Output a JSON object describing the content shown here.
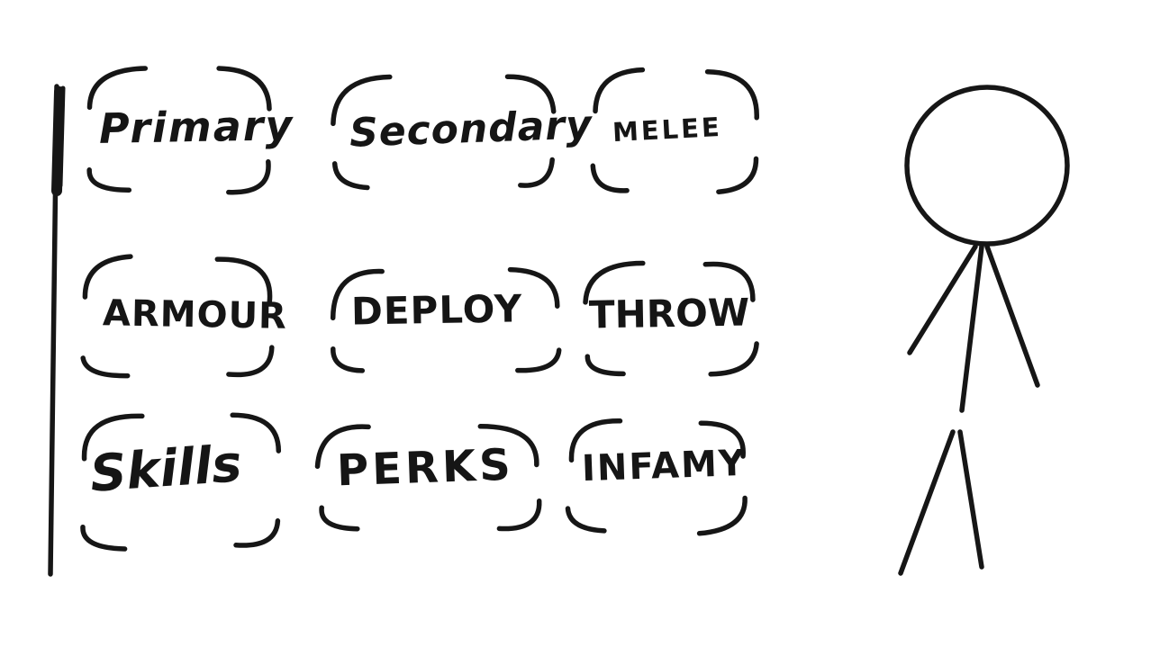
{
  "colors": {
    "ink": "#161616",
    "background": "#ffffff"
  },
  "slots": [
    {
      "id": "primary",
      "label": "Primary"
    },
    {
      "id": "secondary",
      "label": "Secondary"
    },
    {
      "id": "melee",
      "label": "MELEE"
    },
    {
      "id": "armour",
      "label": "ARMOUR"
    },
    {
      "id": "deploy",
      "label": "DEPLOY"
    },
    {
      "id": "throw",
      "label": "THROW"
    },
    {
      "id": "skills",
      "label": "Skills"
    },
    {
      "id": "perks",
      "label": "PERKS"
    },
    {
      "id": "infamy",
      "label": "INFAMY"
    }
  ],
  "figure": {
    "icon": "stick-figure-icon"
  }
}
